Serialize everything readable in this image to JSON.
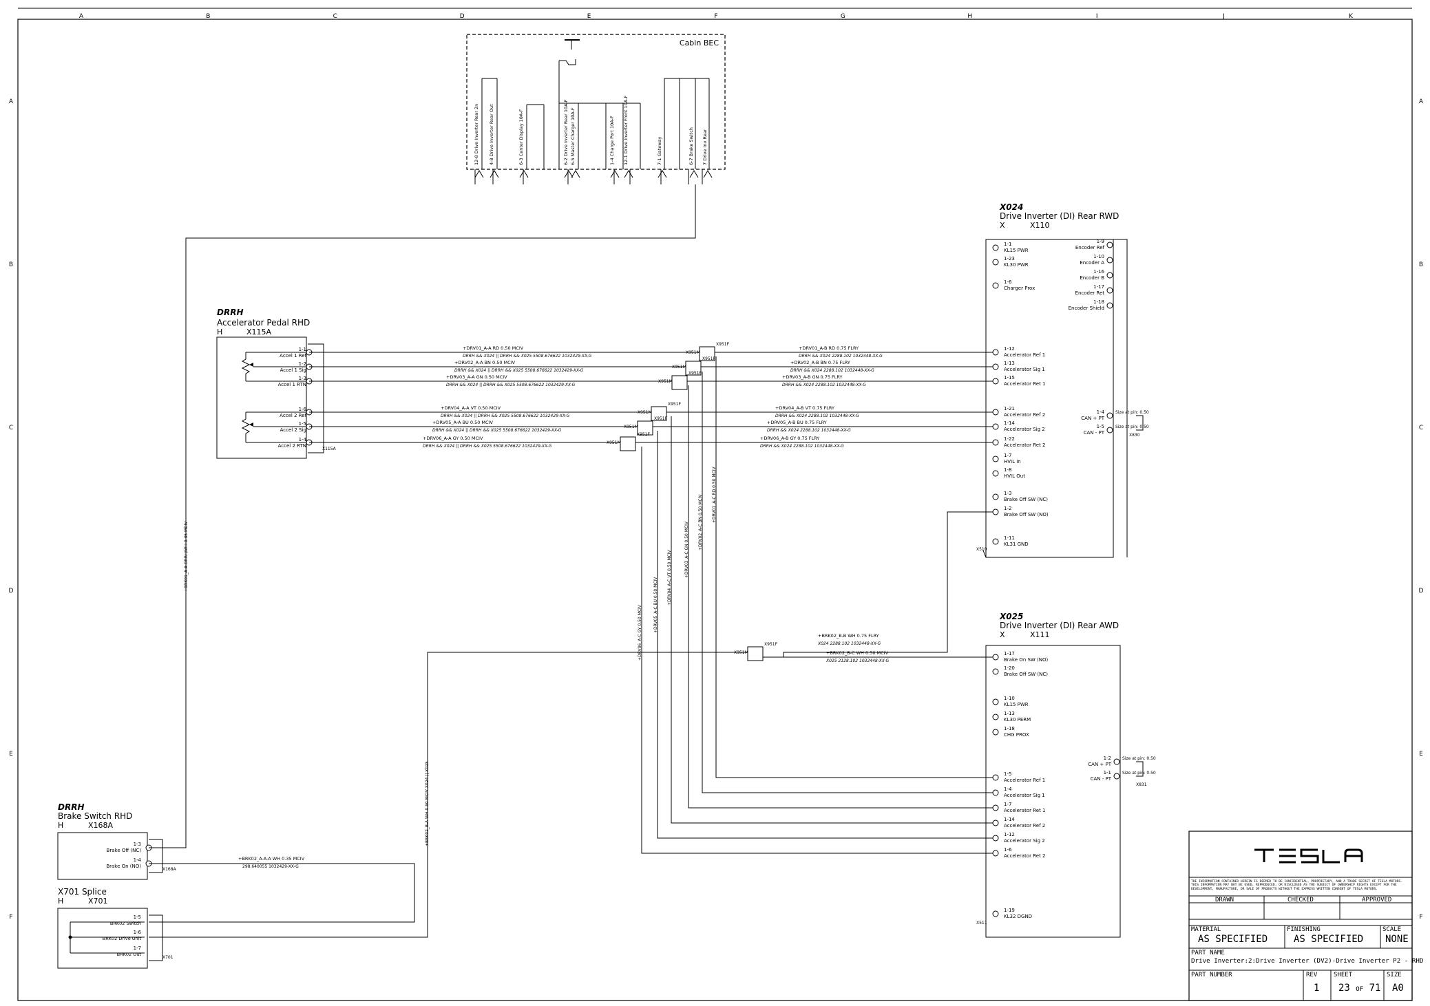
{
  "border": {
    "columns": [
      "A",
      "B",
      "C",
      "D",
      "E",
      "F",
      "G",
      "H",
      "I",
      "J",
      "K"
    ],
    "rows": [
      "A",
      "B",
      "C",
      "D",
      "E",
      "F"
    ]
  },
  "cabin_bec": {
    "title": "Cabin BEC",
    "fuses": [
      {
        "pin": "12-8",
        "label": "Drive Inverter Rear 2n"
      },
      {
        "pin": "4-8",
        "label": "Drive Inverter Rear Out"
      },
      {
        "pin": "6-3",
        "label": "Center Display 10A-F"
      },
      {
        "pin": "6-2",
        "label": "Drive Inverter Rear 10A-F"
      },
      {
        "pin": "6-5",
        "label": "Master Charger 10A-F"
      },
      {
        "pin": "1-4",
        "label": "Charge Port 10A-F"
      },
      {
        "pin": "12-1",
        "label": "Drive Inverter Front 10A-F"
      },
      {
        "pin": "7-1",
        "label": "Gateway"
      },
      {
        "pin": "6-7",
        "label": "Brake Switch"
      },
      {
        "pin": "7",
        "label": "Drive Inv Rear"
      }
    ]
  },
  "accel_pedal": {
    "tag": "DRRH",
    "name": "Accelerator Pedal RHD",
    "code_h": "H",
    "code": "X115A",
    "ref": "X115A",
    "pins": [
      {
        "num": "1-1",
        "label": "Accel 1 Ref"
      },
      {
        "num": "1-2",
        "label": "Accel 1 Sig"
      },
      {
        "num": "1-3",
        "label": "Accel 1 RTN"
      },
      {
        "num": "1-6",
        "label": "Accel 2 Ref"
      },
      {
        "num": "1-5",
        "label": "Accel 2 Sig"
      },
      {
        "num": "1-4",
        "label": "Accel 2 RTN"
      }
    ]
  },
  "x024": {
    "tag": "X024",
    "name": "Drive Inverter (DI) Rear RWD",
    "code_x": "X",
    "code": "X110",
    "left_pins": [
      {
        "num": "1-1",
        "label": "KL15 PWR"
      },
      {
        "num": "1-23",
        "label": "KL30 PWR"
      },
      {
        "num": "1-6",
        "label": "Charger Prox"
      },
      {
        "num": "1-12",
        "label": "Accelerator Ref 1"
      },
      {
        "num": "1-13",
        "label": "Accelerator Sig 1"
      },
      {
        "num": "1-15",
        "label": "Accelerator Ret 1"
      },
      {
        "num": "1-21",
        "label": "Accelerator Ref 2"
      },
      {
        "num": "1-14",
        "label": "Accelerator Sig 2"
      },
      {
        "num": "1-22",
        "label": "Accelerator Ret 2"
      },
      {
        "num": "1-7",
        "label": "HVIL In"
      },
      {
        "num": "1-8",
        "label": "HVIL Out"
      },
      {
        "num": "1-3",
        "label": "Brake Off SW (NC)"
      },
      {
        "num": "1-2",
        "label": "Brake Off SW (NO)"
      },
      {
        "num": "1-11",
        "label": "KL31 GND"
      }
    ],
    "right_pins": [
      {
        "num": "1-9",
        "label": "Encoder Ref"
      },
      {
        "num": "1-10",
        "label": "Encoder A"
      },
      {
        "num": "1-16",
        "label": "Encoder B"
      },
      {
        "num": "1-17",
        "label": "Encoder Ret"
      },
      {
        "num": "1-18",
        "label": "Encoder Shield"
      }
    ],
    "can_pins": [
      {
        "num": "1-4",
        "label": "CAN + PT",
        "note": "Size at pin: 0.50"
      },
      {
        "num": "1-5",
        "label": "CAN - PT",
        "note": "Size at pin: 0.50"
      }
    ],
    "can_ref": "X830",
    "gnd_ref": "X510"
  },
  "x025": {
    "tag": "X025",
    "name": "Drive Inverter (DI) Rear AWD",
    "code_x": "X",
    "code": "X111",
    "left_pins": [
      {
        "num": "1-17",
        "label": "Brake On SW (NO)"
      },
      {
        "num": "1-20",
        "label": "Brake Off SW (NC)"
      },
      {
        "num": "1-10",
        "label": "KL15 PWR"
      },
      {
        "num": "1-13",
        "label": "KL30 PERM"
      },
      {
        "num": "1-18",
        "label": "CHG PROX"
      },
      {
        "num": "1-5",
        "label": "Accelerator Ref 1"
      },
      {
        "num": "1-4",
        "label": "Accelerator Sig 1"
      },
      {
        "num": "1-7",
        "label": "Accelerator Ret 1"
      },
      {
        "num": "1-14",
        "label": "Accelerator Ref 2"
      },
      {
        "num": "1-12",
        "label": "Accelerator Sig 2"
      },
      {
        "num": "1-6",
        "label": "Accelerator Ret 2"
      },
      {
        "num": "1-19",
        "label": "KL32 DGND"
      }
    ],
    "can_pins": [
      {
        "num": "1-2",
        "label": "CAN + PT",
        "note": "Size at pin: 0.50"
      },
      {
        "num": "1-1",
        "label": "CAN - PT",
        "note": "Size at pin: 0.50"
      }
    ],
    "can_ref": "X831",
    "gnd_ref": "X511"
  },
  "brake_switch": {
    "tag": "DRRH",
    "name": "Brake Switch RHD",
    "code_h": "H",
    "code": "X168A",
    "ref": "X168A",
    "pins": [
      {
        "num": "1-3",
        "label": "Brake Off (NC)"
      },
      {
        "num": "1-4",
        "label": "Brake On (NO)"
      }
    ]
  },
  "splice": {
    "name": "X701 Splice",
    "code_h": "H",
    "code": "X701",
    "ref": "X701",
    "pins": [
      {
        "num": "1-5",
        "label": "BRK02 Switch"
      },
      {
        "num": "1-6",
        "label": "BRK02 Drive Unit"
      },
      {
        "num": "1-7",
        "label": "BRK02 Out"
      }
    ]
  },
  "wires_left": [
    {
      "id": "+DRV01_A-A",
      "color": "RD",
      "size": "0.50",
      "type": "MCIV",
      "spec": "DRRH && X024 || DRRH && X025",
      "part": "5508.676622",
      "pn": "1032429-XX-G"
    },
    {
      "id": "+DRV02_A-A",
      "color": "BN",
      "size": "0.50",
      "type": "MCIV",
      "spec": "DRRH && X024 || DRRH && X025",
      "part": "5508.676622",
      "pn": "1032429-XX-G"
    },
    {
      "id": "+DRV03_A-A",
      "color": "GN",
      "size": "0.50",
      "type": "MCIV",
      "spec": "DRRH && X024 || DRRH && X025",
      "part": "5508.676622",
      "pn": "1032429-XX-G"
    },
    {
      "id": "+DRV04_A-A",
      "color": "VT",
      "size": "0.50",
      "type": "MCIV",
      "spec": "DRRH && X024 || DRRH && X025",
      "part": "5508.676622",
      "pn": "1032429-XX-G"
    },
    {
      "id": "+DRV05_A-A",
      "color": "BU",
      "size": "0.50",
      "type": "MCIV",
      "spec": "DRRH && X024 || DRRH && X025",
      "part": "5508.676622",
      "pn": "1032429-XX-G"
    },
    {
      "id": "+DRV06_A-A",
      "color": "GY",
      "size": "0.50",
      "type": "MCIV",
      "spec": "DRRH && X024 || DRRH && X025",
      "part": "5508.676622",
      "pn": "1032429-XX-G"
    }
  ],
  "wires_right": [
    {
      "id": "+DRV01_A-B",
      "color": "RD",
      "size": "0.75",
      "type": "FLRY",
      "spec": "DRRH && X024",
      "part": "2288.102",
      "pn": "1032448-XX-G"
    },
    {
      "id": "+DRV02_A-B",
      "color": "BN",
      "size": "0.75",
      "type": "FLRY",
      "spec": "DRRH && X024",
      "part": "2288.102",
      "pn": "1032448-XX-G"
    },
    {
      "id": "+DRV03_A-B",
      "color": "GN",
      "size": "0.75",
      "type": "FLRY",
      "spec": "DRRH && X024",
      "part": "2288.102",
      "pn": "1032448-XX-G"
    },
    {
      "id": "+DRV04_A-B",
      "color": "VT",
      "size": "0.75",
      "type": "FLRY",
      "spec": "DRRH && X024",
      "part": "2288.102",
      "pn": "1032448-XX-G"
    },
    {
      "id": "+DRV05_A-B",
      "color": "BU",
      "size": "0.75",
      "type": "FLRY",
      "spec": "DRRH && X024",
      "part": "2288.102",
      "pn": "1032448-XX-G"
    },
    {
      "id": "+DRV06_A-B",
      "color": "GY",
      "size": "0.75",
      "type": "FLRY",
      "spec": "DRRH && X024",
      "part": "2288.102",
      "pn": "1032448-XX-G"
    }
  ],
  "splices": [
    "X951F",
    "X951M"
  ],
  "brk_wires": {
    "b_b": {
      "id": "+BRK02_B-B",
      "color": "WH",
      "size": "0.75",
      "type": "FLRY",
      "spec": "X024",
      "part": "2288.102",
      "pn": "1032448-XX-G"
    },
    "b_c": {
      "id": "+BRK02_B-C",
      "color": "WH",
      "size": "0.50",
      "type": "MCIV",
      "spec": "X025",
      "part": "2128.102",
      "pn": "1032448-XX-G"
    },
    "a_a": {
      "id": "+BRK02_A-A-A",
      "color": "WH",
      "size": "0.35",
      "type": "MCIV",
      "part": "298.640055",
      "pn": "1032429-XX-G"
    },
    "vertical": "+BRK01_A-A DRRH/WH 0.35 MCIV",
    "vertical_b": "+BRK02_B-A WH 0.50 MCIV X024 || X025"
  },
  "title_block": {
    "logo": "TESLA",
    "notice": "THE INFORMATION CONTAINED HEREIN IS DEEMED TO BE CONFIDENTIAL, PROPRIETARY, AND A TRADE SECRET OF TESLA MOTORS. THIS INFORMATION MAY NOT BE USED, REPRODUCED, OR DISCLOSED AS THE SUBJECT OF OWNERSHIP RIGHTS EXCEPT FOR THE DEVELOPMENT, MANUFACTURE, OR SALE OF PRODUCTS WITHOUT THE EXPRESS WRITTEN CONSENT OF TESLA MOTORS.",
    "drawn": "DRAWN",
    "checked": "CHECKED",
    "approved": "APPROVED",
    "material_label": "MATERIAL",
    "material": "AS SPECIFIED",
    "finishing_label": "FINISHING",
    "finishing": "AS SPECIFIED",
    "scale_label": "SCALE",
    "scale": "NONE",
    "part_name_label": "PART NAME",
    "part_name": "Drive Inverter:2:Drive Inverter (DV2)-Drive Inverter P2 - RHD",
    "part_number_label": "PART NUMBER",
    "rev_label": "REV",
    "rev": "1",
    "sheet_label": "SHEET",
    "sheet": "23",
    "sheet_of": "OF",
    "sheet_total": "71",
    "size_label": "SIZE",
    "size": "A0"
  }
}
